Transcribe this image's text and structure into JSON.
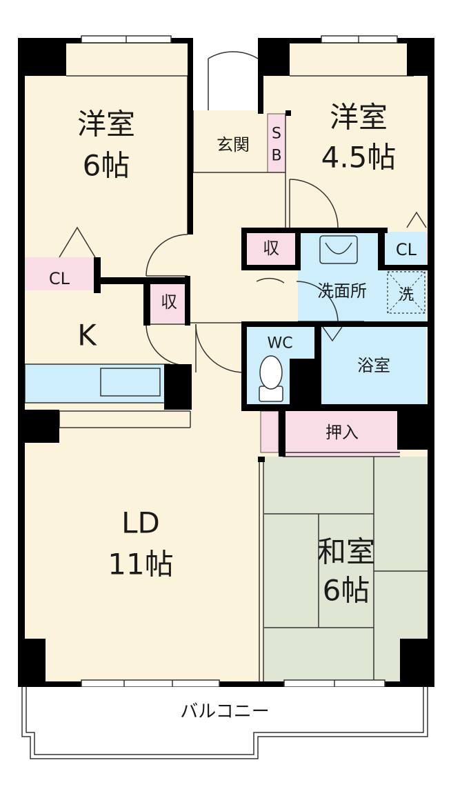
{
  "rooms": {
    "western_north": {
      "name": "洋室",
      "size": "6帖"
    },
    "western_east": {
      "name": "洋室",
      "size": "4.5帖"
    },
    "entrance": "玄関",
    "shoe_box": [
      "S",
      "B"
    ],
    "closet_north": "CL",
    "closet_east": "CL",
    "storage_hall": "収",
    "storage_kitchen": "収",
    "kitchen": "K",
    "washroom": "洗面所",
    "washer": "洗",
    "wc": "WC",
    "bath": "浴室",
    "oshiire": "押入",
    "living": {
      "name": "LD",
      "size": "11帖"
    },
    "japanese": {
      "name": "和室",
      "size": "6帖"
    },
    "balcony": "バルコニー"
  },
  "colors": {
    "floor": "#fbf3dc",
    "pink": "#f9dde6",
    "blue": "#cdeefa",
    "tatami": "#dfe7d4",
    "wall": "#000000",
    "line": "#333333"
  }
}
